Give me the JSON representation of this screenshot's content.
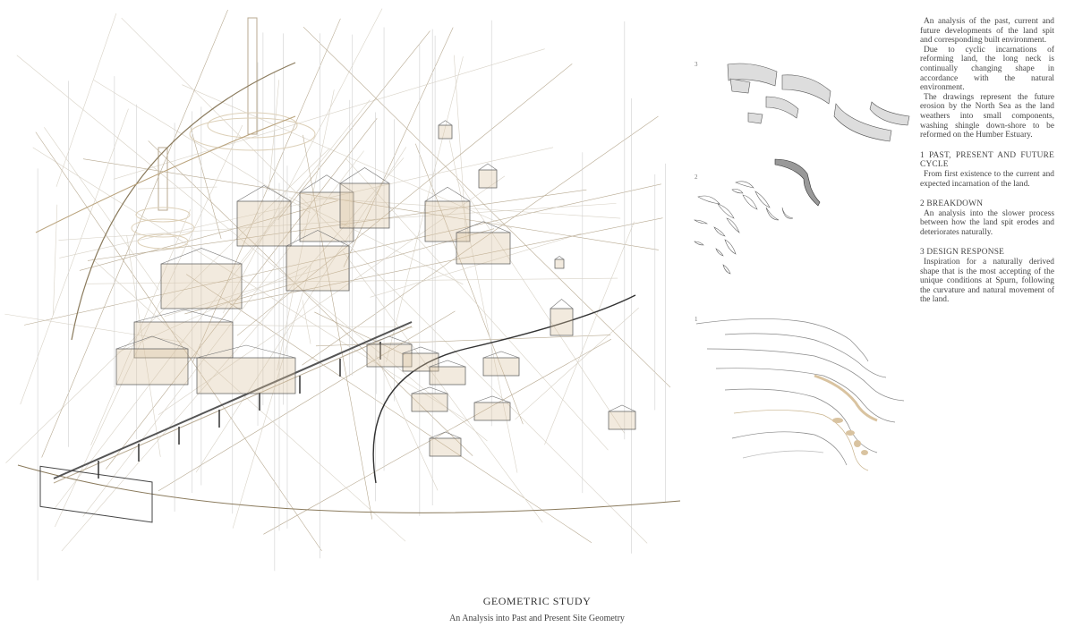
{
  "board": {
    "title": "GEOMETRIC STUDY",
    "subtitle": "An Analysis into Past and Present Site Geometry"
  },
  "study_labels": [
    "3",
    "2",
    "1"
  ],
  "notes": {
    "intro": [
      "An analysis of the past, current and future developments of the land spit and corresponding built environment.",
      "Due to cyclic incarnations of reforming land, the long neck is continually changing shape in accordance with the natural environment.",
      "The drawings represent the future erosion by the North Sea as the land weathers into small components, washing shingle down-shore to be reformed on the Humber Estuary."
    ],
    "sections": [
      {
        "heading": "1 PAST, PRESENT AND FUTURE CYCLE",
        "body": "From first existence to the current and expected incarnation of the land."
      },
      {
        "heading": "2  BREAKDOWN",
        "body": "An analysis into the slower process between how the land spit erodes and deteriorates naturally."
      },
      {
        "heading": "3  DESIGN RESPONSE",
        "body": "Inspiration for a naturally derived shape that is the most accepting of the unique conditions at Spurn, following the curvature and natural movement of the land."
      }
    ]
  },
  "colors": {
    "line": "#b8aa92",
    "ink": "#444444",
    "sand": "#d9c3a0",
    "grey": "#c9c9c9"
  }
}
